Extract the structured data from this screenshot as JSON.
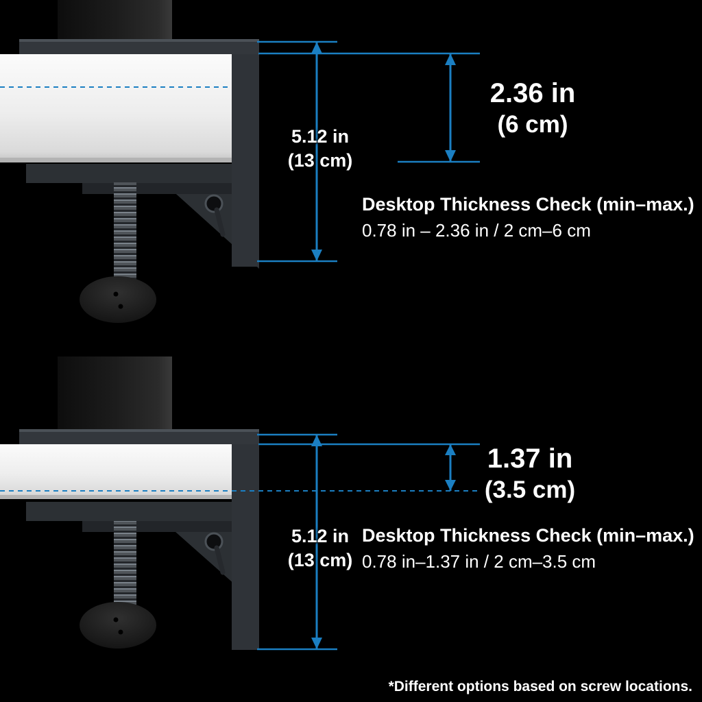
{
  "colors": {
    "background": "#000000",
    "accent": "#1b7fc2",
    "desk": "#ededed",
    "clamp": "#2f3338",
    "text": "#ffffff"
  },
  "diagram_top": {
    "clamp_capacity": "5.12 in",
    "clamp_capacity_metric": "(13 cm)",
    "thickness": "2.36 in",
    "thickness_metric": "(6 cm)",
    "check_title": "Desktop Thickness Check (min–max.)",
    "check_range": "0.78 in – 2.36 in / 2 cm–6 cm"
  },
  "diagram_bottom": {
    "clamp_capacity": "5.12 in",
    "clamp_capacity_metric": "(13 cm)",
    "thickness": "1.37 in",
    "thickness_metric": "(3.5 cm)",
    "check_title": "Desktop Thickness Check (min–max.)",
    "check_range": "0.78 in–1.37 in / 2 cm–3.5 cm"
  },
  "footnote": "*Different options based on screw locations."
}
